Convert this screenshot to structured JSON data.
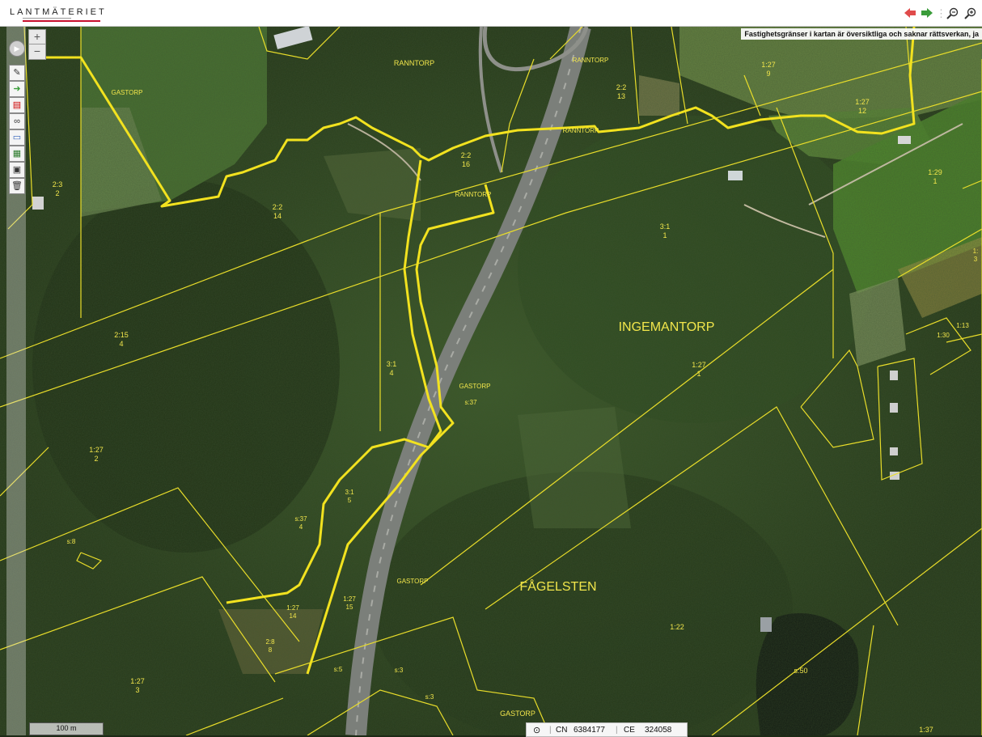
{
  "header": {
    "logo_text": "LANTMÄTERIET",
    "toolbar": {
      "back_icon": "arrow-left-icon",
      "forward_icon": "arrow-right-icon",
      "zoom_out_icon": "magnifier-minus-icon",
      "zoom_in_icon": "magnifier-plus-icon",
      "colors": {
        "back": "#e04b4b",
        "forward": "#3a9c3a"
      }
    }
  },
  "disclaimer": "Fastighetsgränser i kartan är översiktliga och saknar rättsverkan, ja",
  "map_controls": {
    "zoom_in": "+",
    "zoom_out": "−",
    "sidebar_tools": [
      "pan-icon",
      "measure-icon",
      "redo-icon",
      "document-icon",
      "binoculars-icon",
      "layers-icon",
      "overview-icon",
      "print-icon",
      "trash-icon"
    ]
  },
  "map_labels": {
    "ranntorp_1": "RANNTORP",
    "ranntorp_2": "RANNTORP",
    "ranntorp_3": "RANNTORP",
    "ranntorp_4": "RANNTORP",
    "gastorp_1": "GASTORP",
    "gastorp_2": "GASTORP",
    "gastorp_3": "GASTORP",
    "gastorp_4": "GASTORP",
    "ingemantorp": "INGEMANTORP",
    "fagelsten": "FÅGELSTEN",
    "p_1_27_9": [
      "1:27",
      "9"
    ],
    "p_1_27_12": [
      "1:27",
      "12"
    ],
    "p_2_2_13": [
      "2:2",
      "13"
    ],
    "p_2_2_16": [
      "2:2",
      "16"
    ],
    "p_2_3_2": [
      "2:3",
      "2"
    ],
    "p_2_2_14": [
      "2:2",
      "14"
    ],
    "p_1_29_1": [
      "1:29",
      "1"
    ],
    "p_3_1_1": [
      "3:1",
      "1"
    ],
    "p_2_15_4": [
      "2:15",
      "4"
    ],
    "p_3_1_4": [
      "3:1",
      "4"
    ],
    "p_1_27_1": [
      "1:27",
      "1"
    ],
    "p_1_27_2": [
      "1:27",
      "2"
    ],
    "p_1_27_14": [
      "1:27",
      "14"
    ],
    "p_1_27_15": [
      "1:27",
      "15"
    ],
    "p_1_27_3": [
      "1:27",
      "3"
    ],
    "p_2_8_8": [
      "2:8",
      "8"
    ],
    "p_1_22": "1:22",
    "p_s50": "s:50",
    "p_s37": "s:37",
    "p_s37b": [
      "s:37",
      "4"
    ],
    "p_s5": "s:5",
    "p_s3a": "s:3",
    "p_s3b": "s:3",
    "p_s8": "s:8",
    "p_3_1_5": [
      "3:1",
      "5"
    ],
    "p_1_37": "1:37",
    "p_1_13": "1:13",
    "p_1_30": "1:30",
    "p_1_3": [
      "1:",
      "3"
    ]
  },
  "scalebar": "100 m",
  "coordinates": {
    "cn_label": "CN",
    "cn_value": "6384177",
    "ce_label": "CE",
    "ce_value": "324058",
    "icon": "crosshair-icon"
  }
}
